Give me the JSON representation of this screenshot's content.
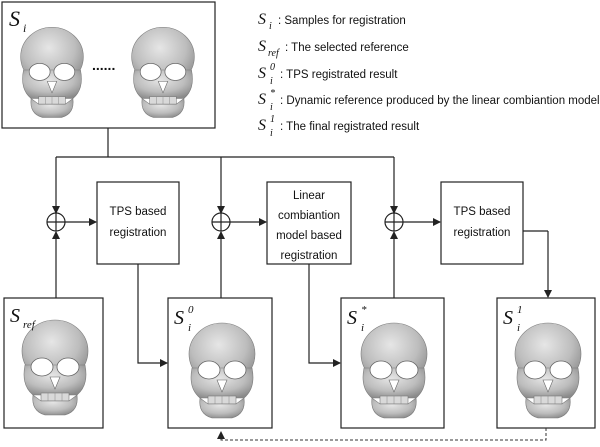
{
  "legend": [
    {
      "sym": "S",
      "sub": "i",
      "sup": "",
      "desc": ": Samples for registration"
    },
    {
      "sym": "S",
      "sub": "ref",
      "sup": "",
      "desc": ": The selected reference"
    },
    {
      "sym": "S",
      "sub": "i",
      "sup": "0",
      "desc": ": TPS registrated result"
    },
    {
      "sym": "S",
      "sub": "i",
      "sup": "*",
      "desc": ": Dynamic reference produced by the linear combiantion model"
    },
    {
      "sym": "S",
      "sub": "i",
      "sup": "1",
      "desc": ": The final registrated result"
    }
  ],
  "samples_box": {
    "sym": "S",
    "sub": "i",
    "ellipsis": "......"
  },
  "process_boxes": [
    {
      "lines": [
        "TPS based",
        "registration"
      ]
    },
    {
      "lines": [
        "Linear",
        "combiantion",
        "model based",
        "registration"
      ]
    },
    {
      "lines": [
        "TPS based",
        "registration"
      ]
    }
  ],
  "skull_boxes": [
    {
      "sym": "S",
      "sub": "ref",
      "sup": ""
    },
    {
      "sym": "S",
      "sub": "i",
      "sup": "0"
    },
    {
      "sym": "S",
      "sub": "i",
      "sup": "*"
    },
    {
      "sym": "S",
      "sub": "i",
      "sup": "1"
    }
  ],
  "colors": {
    "skull": "#c9c9c9",
    "skull_shadow": "#8e8e8e",
    "socket": "#ffffff",
    "line": "#222222"
  }
}
